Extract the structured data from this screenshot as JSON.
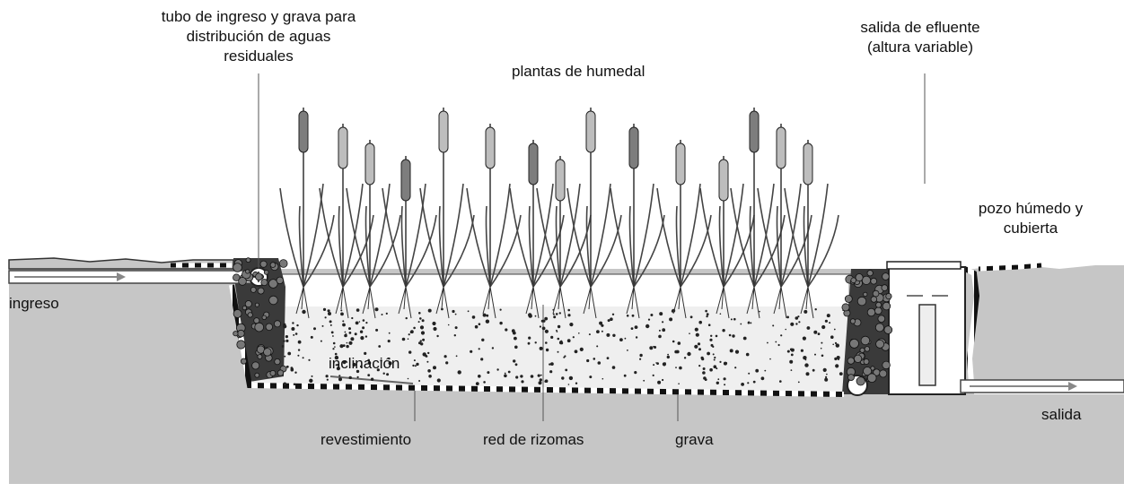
{
  "labels": {
    "inlet_pipe_line1": "tubo de ingreso y grava para",
    "inlet_pipe_line2": "distribución de aguas",
    "inlet_pipe_line3": "residuales",
    "plants": "plantas de humedal",
    "effluent_line1": "salida de efluente",
    "effluent_line2": "(altura variable)",
    "wet_well_line1": "pozo húmedo y",
    "wet_well_line2": "cubierta",
    "ingreso": "ingreso",
    "slope": "inclinación",
    "salida": "salida",
    "liner": "revestimiento",
    "rhizomes": "red de rizomas",
    "gravel": "grava"
  },
  "colors": {
    "ground": "#c6c6c6",
    "gravel_zone": "#efefef",
    "dark_cattail": "#7d7d7d",
    "light_cattail": "#bdbdbd",
    "stroke": "#222222"
  }
}
